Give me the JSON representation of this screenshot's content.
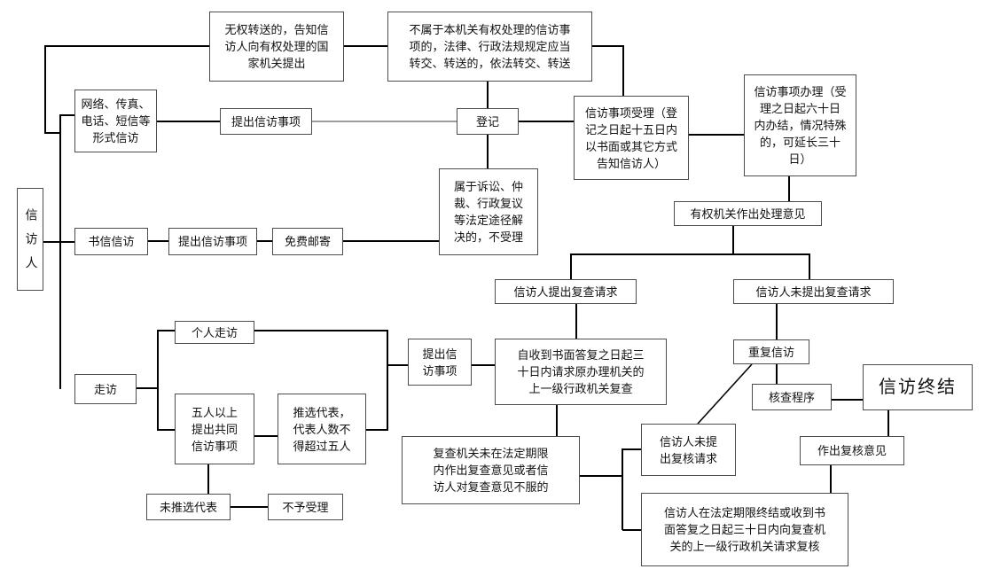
{
  "title": "信访流程图",
  "colors": {
    "background": "#ffffff",
    "line": "#000000",
    "gray_line": "#9c9c9c",
    "box_border": "#4c4c4c",
    "text": "#111111"
  },
  "boxes": {
    "petitioner": {
      "text": "信访人"
    },
    "no_authority_transfer": {
      "text": [
        "无权转送的，告知信",
        "访人向有权处理的国",
        "家机关提出"
      ]
    },
    "not_of_this_organ": {
      "text": [
        "不属于本机关有权处理的信访事",
        "项的，法律、行政法规规定应当",
        "转交、转送的，依法转交、转送"
      ]
    },
    "online_channels": {
      "text": [
        "网络、传真、",
        "电话、短信等",
        "形式信访"
      ]
    },
    "submit_matter_top": {
      "text": "提出信访事项"
    },
    "register": {
      "text": "登记"
    },
    "acceptance": {
      "text": [
        "信访事项受理（登",
        "记之日起十五日内",
        "以书面或其它方式",
        "告知信访人）"
      ]
    },
    "handling": {
      "text": [
        "信访事项办理（受",
        "理之日起六十日",
        "内办结，情况特殊",
        "的，可延长三十",
        "日）"
      ]
    },
    "legal_channel_not_accepted": {
      "text": [
        "属于诉讼、仲",
        "裁、行政复议",
        "等法定途径解",
        "决的，不受理"
      ]
    },
    "letter_petition": {
      "text": "书信信访"
    },
    "submit_matter_mid": {
      "text": "提出信访事项"
    },
    "free_mail": {
      "text": "免费邮寄"
    },
    "authority_opinion": {
      "text": "有权机关作出处理意见"
    },
    "review_requested": {
      "text": "信访人提出复查请求"
    },
    "review_not_requested": {
      "text": "信访人未提出复查请求"
    },
    "individual_visit": {
      "text": "个人走访"
    },
    "visit": {
      "text": "走访"
    },
    "submit_matter_bottom": {
      "text": [
        "提出信",
        "访事项"
      ]
    },
    "review_within_30_days": {
      "text": [
        "自收到书面答复之日起三",
        "十日内请求原办理机关的",
        "上一级行政机关复查"
      ]
    },
    "repeat_petition": {
      "text": "重复信访"
    },
    "verification_procedure": {
      "text": "核查程序"
    },
    "petition_termination": {
      "text": "信访终结"
    },
    "five_or_more": {
      "text": [
        "五人以上",
        "提出共同",
        "信访事项"
      ]
    },
    "elect_representatives": {
      "text": [
        "推选代表，",
        "代表人数不",
        "得超过五人"
      ]
    },
    "review_organ_failure": {
      "text": [
        "复查机关未在法定期限",
        "内作出复查意见或者信",
        "访人对复查意见不服的"
      ]
    },
    "no_recheck_request": {
      "text": [
        "信访人未提",
        "出复核请求"
      ]
    },
    "recheck_opinion": {
      "text": "作出复核意见"
    },
    "no_representative": {
      "text": "未推选代表"
    },
    "not_accepted": {
      "text": "不予受理"
    },
    "recheck_request": {
      "text": [
        "信访人在法定期限终结或收到书",
        "面答复之日起三十日内向复查机",
        "关的上一级行政机关请求复核"
      ]
    }
  }
}
